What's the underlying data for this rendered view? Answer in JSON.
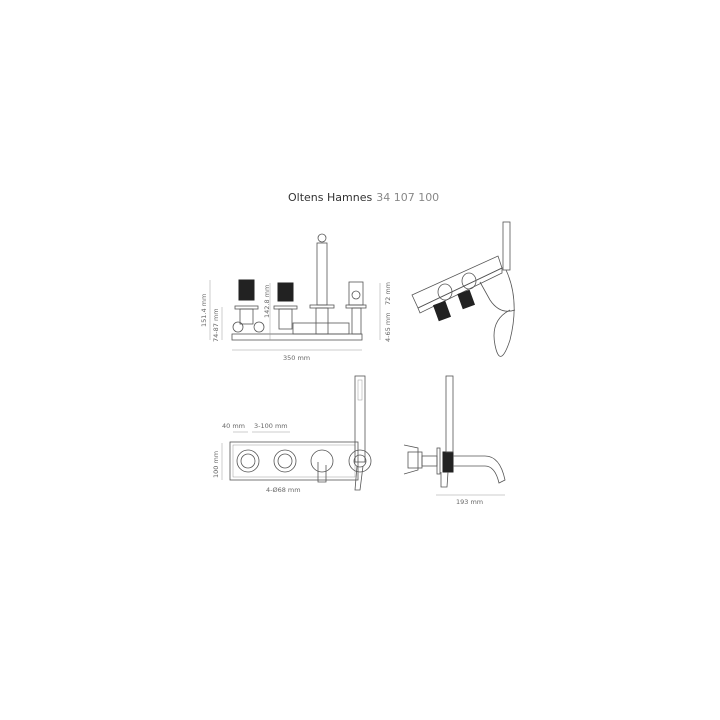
{
  "title": {
    "name": "Oltens Hamnes",
    "code": "34 107 100"
  },
  "front_view": {
    "dims": {
      "total_height": "151.4 mm",
      "lower_range": "74-87 mm",
      "knob_height": "142.8 mm",
      "holder_height": "72 mm",
      "depth_range": "4-65 mm",
      "width": "350 mm"
    }
  },
  "plate_view": {
    "dims": {
      "edge": "40 mm",
      "spacing": "3-100 mm",
      "height": "100 mm",
      "holes": "4-Ø68 mm"
    }
  },
  "side_view": {
    "dims": {
      "projection": "193 mm"
    }
  }
}
